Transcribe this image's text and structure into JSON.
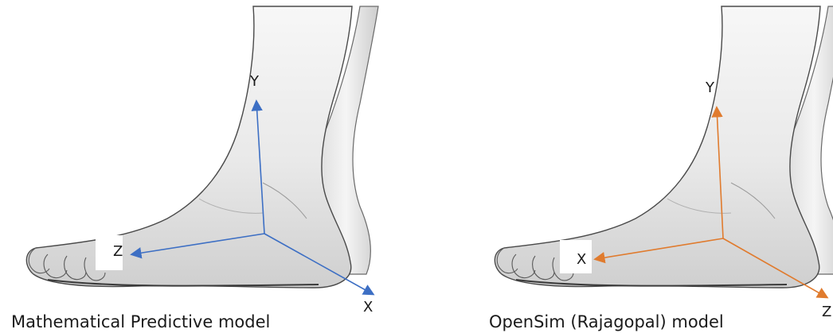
{
  "panels": [
    {
      "caption": "Mathematical Predictive model",
      "axis_color": "#3d6fc4",
      "axes": {
        "y": "Y",
        "forward": "Z",
        "down_right": "X"
      }
    },
    {
      "caption": "OpenSim (Rajagopal) model",
      "axis_color": "#e07b2e",
      "axes": {
        "y": "Y",
        "forward": "X",
        "down_right": "Z"
      }
    }
  ]
}
